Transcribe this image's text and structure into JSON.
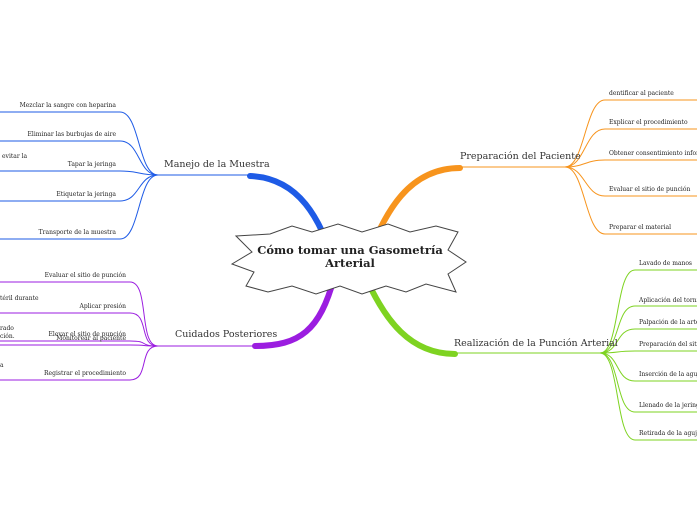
{
  "center": {
    "line1": "Cómo tomar una Gasometría",
    "line2": "Arterial"
  },
  "branches": {
    "preparacion": {
      "title": "Preparación del Paciente",
      "color": "#f7941d",
      "items": [
        "dentificar al paciente",
        "Explicar el procedimiento",
        "Obtener consentimiento inform",
        "Evaluar el sitio de punción",
        "Preparar el material"
      ]
    },
    "realizacion": {
      "title": "Realización de la Punción Arterial",
      "color": "#7ed321",
      "items": [
        "Lavado de manos",
        "Aplicación del tornic",
        "Palpación de la arter",
        "Preparación del sitio",
        "Inserción de la aguja",
        "Llenado de la jeringa",
        "Retirada de la aguja"
      ]
    },
    "manejo": {
      "title": "Manejo de la Muestra",
      "color": "#1e5be6",
      "items": [
        "Mezclar la sangre con heparina",
        "Eliminar las burbujas de aire",
        "Tapar la jeringa",
        "Etiquetar la jeringa",
        "Transporte de la muestra"
      ],
      "fragments": [
        "evitar la"
      ]
    },
    "cuidados": {
      "title": "Cuidados Posteriores",
      "color": "#9b1de0",
      "items": [
        "Evaluar el sitio de punción",
        "Aplicar presión",
        "Elevar el sitio de punción",
        "Monitorear al paciente",
        "Registrar el procedimiento"
      ],
      "fragments": [
        "téril durante",
        "rado",
        "ción.",
        "a"
      ]
    }
  },
  "colors": {
    "center_border": "#444444",
    "text": "#222222"
  }
}
